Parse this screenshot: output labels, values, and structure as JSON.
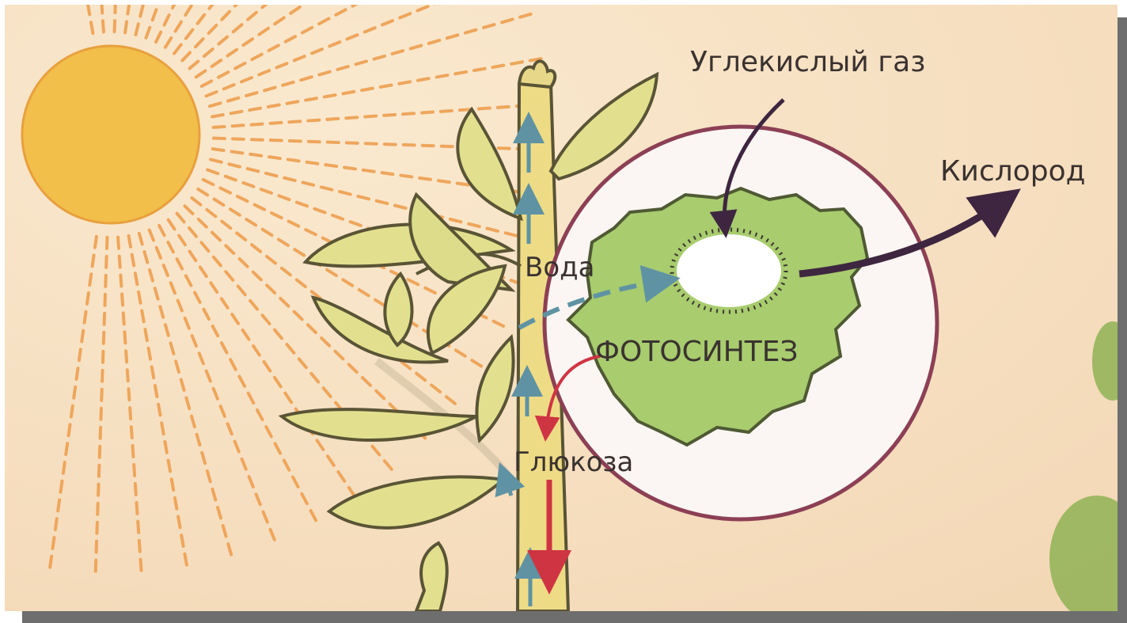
{
  "diagram": {
    "labels": {
      "carbon_dioxide": "Углекислый газ",
      "oxygen": "Кислород",
      "water": "Вода",
      "photosynthesis": "ФОТОСИНТЕЗ",
      "glucose": "Глюкоза"
    },
    "colors": {
      "background": "#f6dfc0",
      "sun": "#f2bf4a",
      "sun_rays": "#eea65c",
      "leaf": "#a8cc6e",
      "stem": "#eedb86",
      "outline": "#5a5436",
      "circle_stroke": "#8c3f55",
      "arrow_water": "#5f93a3",
      "arrow_glucose": "#cf3442",
      "arrow_gas": "#3e2640"
    }
  }
}
